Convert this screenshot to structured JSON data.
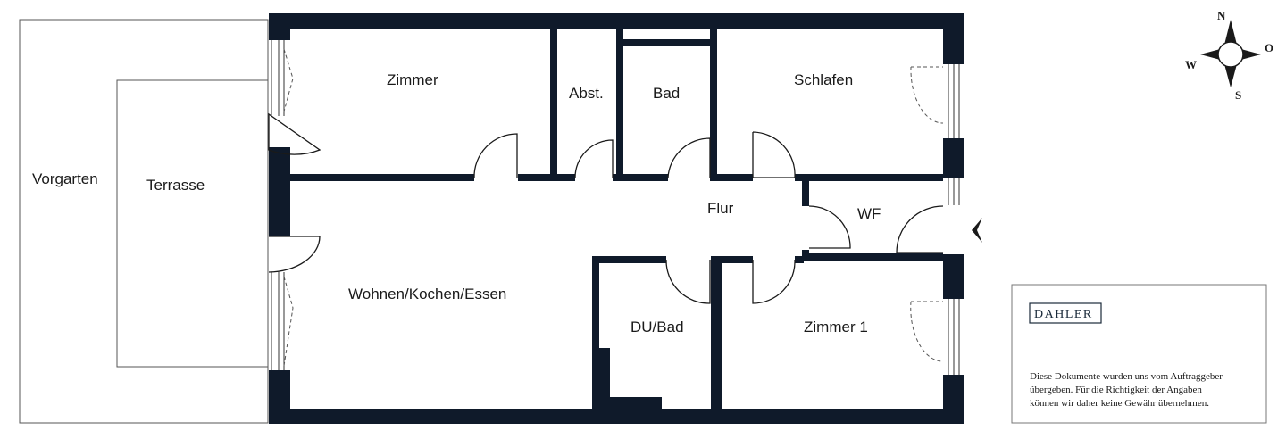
{
  "rooms": {
    "vorgarten": "Vorgarten",
    "terrasse": "Terrasse",
    "zimmer": "Zimmer",
    "abst": "Abst.",
    "bad": "Bad",
    "schlafen": "Schlafen",
    "flur": "Flur",
    "wf": "WF",
    "wohnen": "Wohnen/Kochen/Essen",
    "du_bad": "DU/Bad",
    "zimmer1": "Zimmer 1"
  },
  "compass": {
    "n": "N",
    "o": "O",
    "s": "S",
    "w": "W"
  },
  "logo": "DAHLER",
  "disclaimer": [
    "Diese Dokumente wurden uns vom Auftraggeber",
    "übergeben. Für die Richtigkeit der Angaben",
    "können wir daher keine Gewähr übernehmen."
  ],
  "colors": {
    "wall": "#0f1a2a",
    "line": "#1a1a1a"
  },
  "icons": {
    "entrance": "entrance-arrow-icon",
    "compass": "compass-rose-icon"
  }
}
